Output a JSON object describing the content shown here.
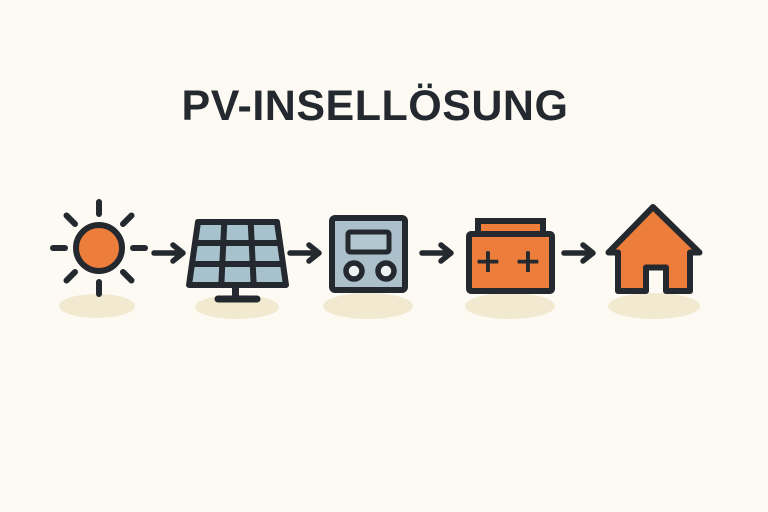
{
  "title": "PV-INSELLÖSUNG",
  "colors": {
    "background": "#fcfaf3",
    "outline": "#24282f",
    "accent_orange": "#ed7d3b",
    "panel_blue": "#a7c2cd",
    "device_gray": "#abc0ca",
    "display_gray": "#b3c7d0",
    "knob_white": "#eef2f3",
    "shadow_cream": "#f2e9d1"
  },
  "flow": {
    "connector_icon": "arrow-right",
    "steps": [
      {
        "name": "sun",
        "icon": "sun-icon"
      },
      {
        "name": "solar-panel",
        "icon": "solar-panel-icon"
      },
      {
        "name": "inverter",
        "icon": "inverter-icon"
      },
      {
        "name": "battery",
        "icon": "battery-icon",
        "terminal_symbols": [
          "+",
          "+"
        ]
      },
      {
        "name": "house",
        "icon": "house-icon"
      }
    ]
  }
}
